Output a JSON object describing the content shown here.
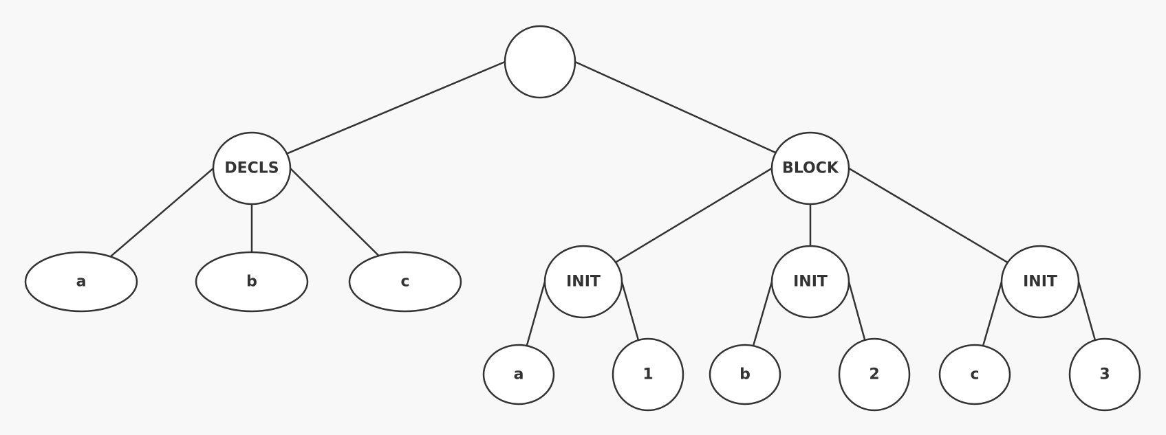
{
  "diagram": {
    "nodes": {
      "root": {
        "label": ""
      },
      "decls": {
        "label": "DECLS"
      },
      "block": {
        "label": "BLOCK"
      },
      "decl_a": {
        "label": "a"
      },
      "decl_b": {
        "label": "b"
      },
      "decl_c": {
        "label": "c"
      },
      "init1": {
        "label": "INIT"
      },
      "init2": {
        "label": "INIT"
      },
      "init3": {
        "label": "INIT"
      },
      "init1_a": {
        "label": "a"
      },
      "init1_1": {
        "label": "1"
      },
      "init2_b": {
        "label": "b"
      },
      "init2_2": {
        "label": "2"
      },
      "init3_c": {
        "label": "c"
      },
      "init3_3": {
        "label": "3"
      }
    },
    "edges": [
      {
        "from": "root",
        "to": "decls"
      },
      {
        "from": "root",
        "to": "block"
      },
      {
        "from": "decls",
        "to": "decl_a"
      },
      {
        "from": "decls",
        "to": "decl_b"
      },
      {
        "from": "decls",
        "to": "decl_c"
      },
      {
        "from": "block",
        "to": "init1"
      },
      {
        "from": "block",
        "to": "init2"
      },
      {
        "from": "block",
        "to": "init3"
      },
      {
        "from": "init1",
        "to": "init1_a"
      },
      {
        "from": "init1",
        "to": "init1_1"
      },
      {
        "from": "init2",
        "to": "init2_b"
      },
      {
        "from": "init2",
        "to": "init2_2"
      },
      {
        "from": "init3",
        "to": "init3_c"
      },
      {
        "from": "init3",
        "to": "init3_3"
      }
    ]
  }
}
